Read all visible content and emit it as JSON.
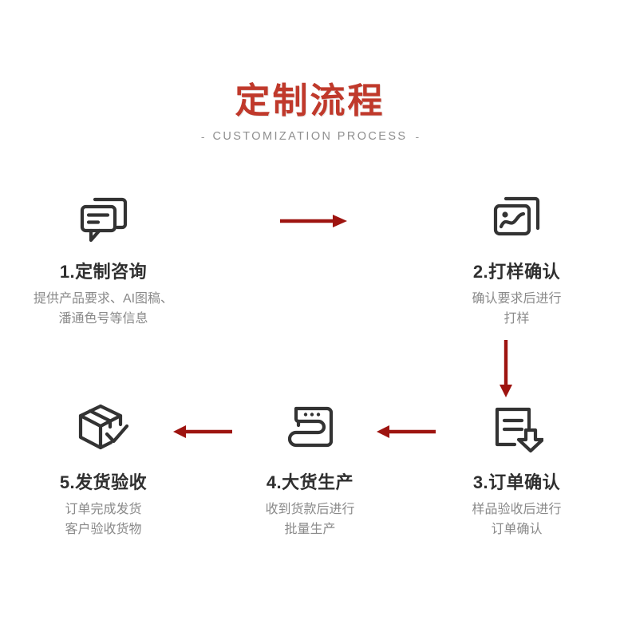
{
  "header": {
    "title": "定制流程",
    "subtitle": "CUSTOMIZATION PROCESS",
    "dash_left": "-",
    "dash_right": "-",
    "title_color": "#c0392b",
    "subtitle_color": "#8f8f8f"
  },
  "theme": {
    "accent": "#9e1410",
    "icon_color": "#333333",
    "title_color": "#2f2f2f",
    "desc_color": "#8a8a8a",
    "background": "#ffffff"
  },
  "steps": [
    {
      "number": "1",
      "title": "1.定制咨询",
      "desc": "提供产品要求、AI图稿、\n潘通色号等信息",
      "icon": "chat-bubbles-icon"
    },
    {
      "number": "2",
      "title": "2.打样确认",
      "desc": "确认要求后进行\n打样",
      "icon": "image-frames-icon"
    },
    {
      "number": "3",
      "title": "3.订单确认",
      "desc": "样品验收后进行\n订单确认",
      "icon": "document-download-icon"
    },
    {
      "number": "4",
      "title": "4.大货生产",
      "desc": "收到货款后进行\n批量生产",
      "icon": "sewing-machine-icon"
    },
    {
      "number": "5",
      "title": "5.发货验收",
      "desc": "订单完成发货\n客户验收货物",
      "icon": "box-check-icon"
    }
  ],
  "arrows": [
    {
      "name": "arrow-step1-to-step2",
      "direction": "right"
    },
    {
      "name": "arrow-step2-to-step3",
      "direction": "down"
    },
    {
      "name": "arrow-step3-to-step4",
      "direction": "left"
    },
    {
      "name": "arrow-step4-to-step5",
      "direction": "left"
    }
  ]
}
